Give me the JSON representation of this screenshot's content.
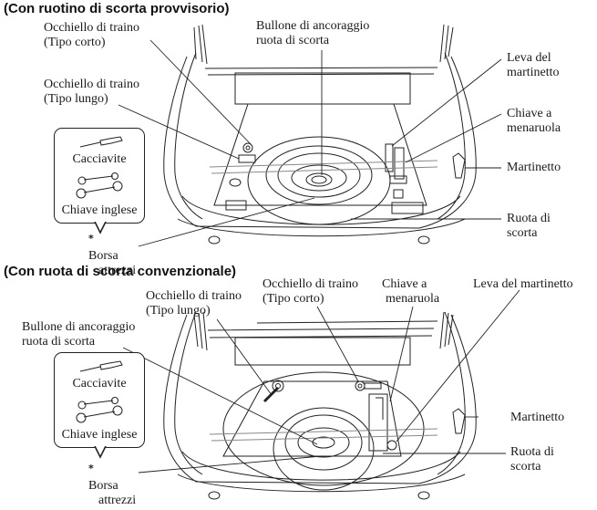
{
  "sections": [
    {
      "heading": "(Con ruotino di scorta provvisorio)",
      "labels": {
        "tow_hook_short": [
          "Occhiello di traino",
          "(Tipo corto)"
        ],
        "tow_hook_long": [
          "Occhiello di traino",
          "(Tipo lungo)"
        ],
        "spare_anchor_bolt": [
          "Bullone di ancoraggio",
          "ruota di scorta"
        ],
        "jack_lever": [
          "Leva del",
          "martinetto"
        ],
        "lug_wrench": [
          "Chiave a",
          "menaruola"
        ],
        "jack": [
          "Martinetto"
        ],
        "spare_tire": [
          "Ruota di",
          "scorta"
        ],
        "tool_bag": [
          "Borsa",
          "attrezzi"
        ]
      },
      "tool_box": {
        "screwdriver": "Cacciavite",
        "wrench": "Chiave inglese"
      }
    },
    {
      "heading": "(Con ruota di scorta convenzionale)",
      "labels": {
        "tow_hook_long": [
          "Occhiello di traino",
          "(Tipo lungo)"
        ],
        "tow_hook_short": [
          "Occhiello di traino",
          "(Tipo corto)"
        ],
        "lug_wrench": [
          "Chiave a",
          "menaruola"
        ],
        "jack_lever": [
          "Leva del martinetto"
        ],
        "spare_anchor_bolt": [
          "Bullone di ancoraggio",
          "ruota di scorta"
        ],
        "jack": [
          "Martinetto"
        ],
        "spare_tire": [
          "Ruota di",
          "scorta"
        ],
        "tool_bag": [
          "Borsa",
          "attrezzi"
        ]
      },
      "tool_box": {
        "screwdriver": "Cacciavite",
        "wrench": "Chiave inglese"
      }
    }
  ],
  "icons": {
    "asterisk": "*"
  }
}
